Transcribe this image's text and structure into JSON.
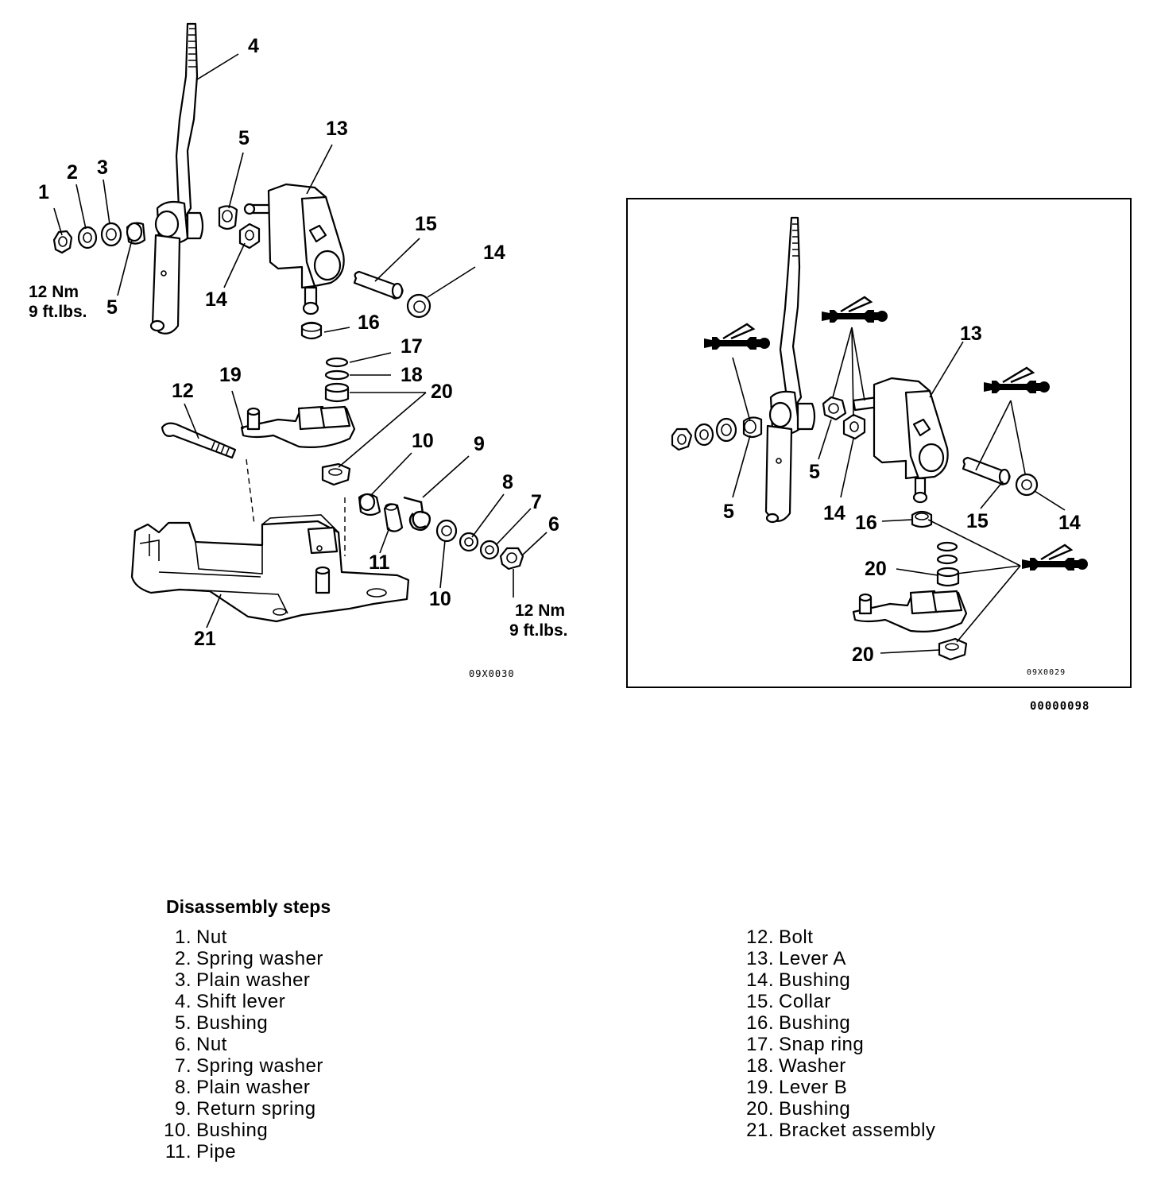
{
  "figure": {
    "left_code": "09X0030",
    "inset_code": "09X0029",
    "figure_id": "00000098",
    "torque_upper": [
      "12 Nm",
      "9 ft.lbs."
    ],
    "torque_lower": [
      "12 Nm",
      "9 ft.lbs."
    ]
  },
  "callouts": {
    "c1": "1",
    "c2": "2",
    "c3": "3",
    "c4": "4",
    "c5a": "5",
    "c5b": "5",
    "c6": "6",
    "c7": "7",
    "c8": "8",
    "c9": "9",
    "c10a": "10",
    "c10b": "10",
    "c11": "11",
    "c12": "12",
    "c13": "13",
    "c14a": "14",
    "c14b": "14",
    "c15": "15",
    "c16": "16",
    "c17": "17",
    "c18": "18",
    "c19": "19",
    "c20": "20",
    "c21": "21"
  },
  "inset_callouts": {
    "c5a": "5",
    "c5b": "5",
    "c13": "13",
    "c14a": "14",
    "c14b": "14",
    "c15": "15",
    "c16": "16",
    "c20a": "20",
    "c20b": "20"
  },
  "steps": {
    "title": "Disassembly steps",
    "left": [
      {
        "num": "1.",
        "label": "Nut"
      },
      {
        "num": "2.",
        "label": "Spring washer"
      },
      {
        "num": "3.",
        "label": "Plain washer"
      },
      {
        "num": "4.",
        "label": "Shift lever"
      },
      {
        "num": "5.",
        "label": "Bushing"
      },
      {
        "num": "6.",
        "label": "Nut"
      },
      {
        "num": "7.",
        "label": "Spring washer"
      },
      {
        "num": "8.",
        "label": "Plain washer"
      },
      {
        "num": "9.",
        "label": "Return spring"
      },
      {
        "num": "10.",
        "label": "Bushing"
      },
      {
        "num": "11.",
        "label": "Pipe"
      }
    ],
    "right": [
      {
        "num": "12.",
        "label": "Bolt"
      },
      {
        "num": "13.",
        "label": "Lever A"
      },
      {
        "num": "14.",
        "label": "Bushing"
      },
      {
        "num": "15.",
        "label": "Collar"
      },
      {
        "num": "16.",
        "label": "Bushing"
      },
      {
        "num": "17.",
        "label": "Snap ring"
      },
      {
        "num": "18.",
        "label": "Washer"
      },
      {
        "num": "19.",
        "label": "Lever B"
      },
      {
        "num": "20.",
        "label": "Bushing"
      },
      {
        "num": "21.",
        "label": "Bracket assembly"
      }
    ]
  }
}
